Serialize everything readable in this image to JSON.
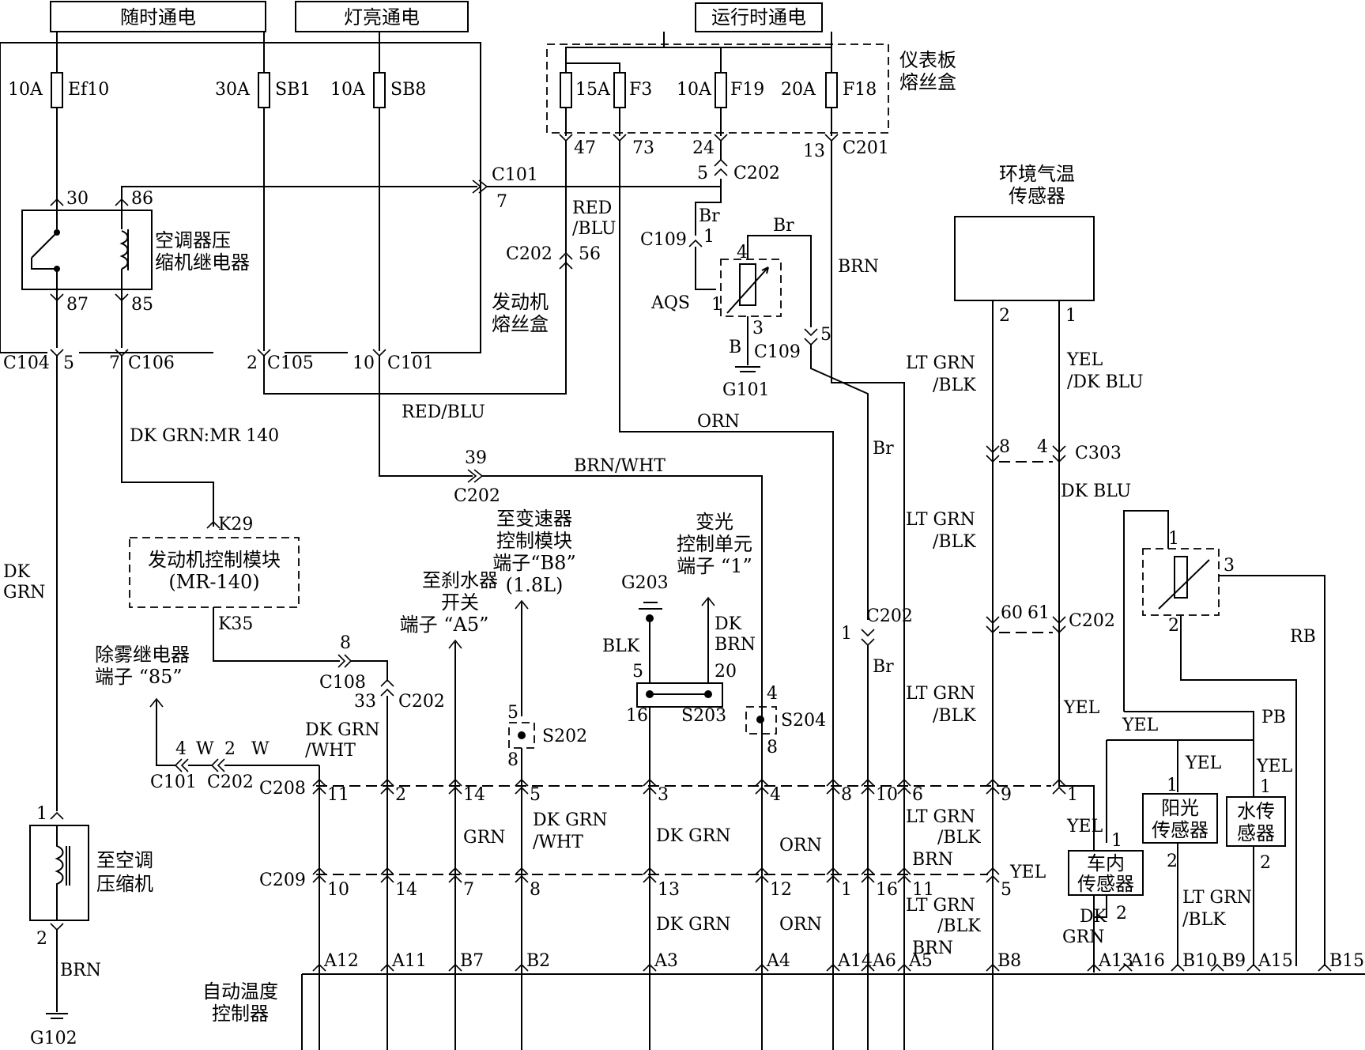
{
  "headers": {
    "always_hot": "随时通电",
    "lamp_on": "灯亮通电",
    "run": "运行时通电"
  },
  "fuse_box_labels": {
    "engine": [
      "发动机",
      "熔丝盒"
    ],
    "ip": [
      "仪表板",
      "熔丝盒"
    ]
  },
  "fuses": [
    {
      "rating": "10A",
      "name": "Ef10"
    },
    {
      "rating": "30A",
      "name": "SB1"
    },
    {
      "rating": "10A",
      "name": "SB8"
    },
    {
      "rating": "15A",
      "name": "F3"
    },
    {
      "rating": "10A",
      "name": "F19"
    },
    {
      "rating": "20A",
      "name": "F18"
    }
  ],
  "relay": {
    "name": [
      "空调器压",
      "缩机继电器"
    ],
    "pins": [
      "30",
      "86",
      "87",
      "85"
    ]
  },
  "ecm": {
    "name": [
      "发动机控制模块",
      "(MR-140)"
    ],
    "pins": [
      "K29",
      "K35"
    ]
  },
  "ambient_sensor": [
    "环境气温",
    "传感器"
  ],
  "compressor": [
    "至空调",
    "压缩机"
  ],
  "controller": [
    "自动温度",
    "控制器"
  ],
  "sensors": {
    "in_car": [
      "车内",
      "传感器"
    ],
    "sun": [
      "阳光",
      "传感器"
    ],
    "water": [
      "水传",
      "感器"
    ]
  },
  "notes": {
    "tcm": [
      "至变速器",
      "控制模块",
      "端子“B8”",
      "(1.8L)"
    ],
    "dimmer": [
      "变光",
      "控制单元",
      "端子 “1”"
    ],
    "brake": [
      "至刹水器",
      "开关",
      "端子 “A5”"
    ],
    "defog": [
      "除雾继电器",
      "端子 “85”"
    ]
  },
  "grounds": [
    "G101",
    "G102",
    "G203"
  ],
  "splices": [
    "S202",
    "S203",
    "S204"
  ],
  "aqs": "AQS",
  "controller_pins": [
    "A12",
    "A11",
    "B7",
    "B2",
    "A3",
    "A4",
    "A14",
    "A6",
    "A5",
    "B8",
    "A13",
    "A16",
    "B10",
    "B9",
    "A15",
    "B15"
  ]
}
